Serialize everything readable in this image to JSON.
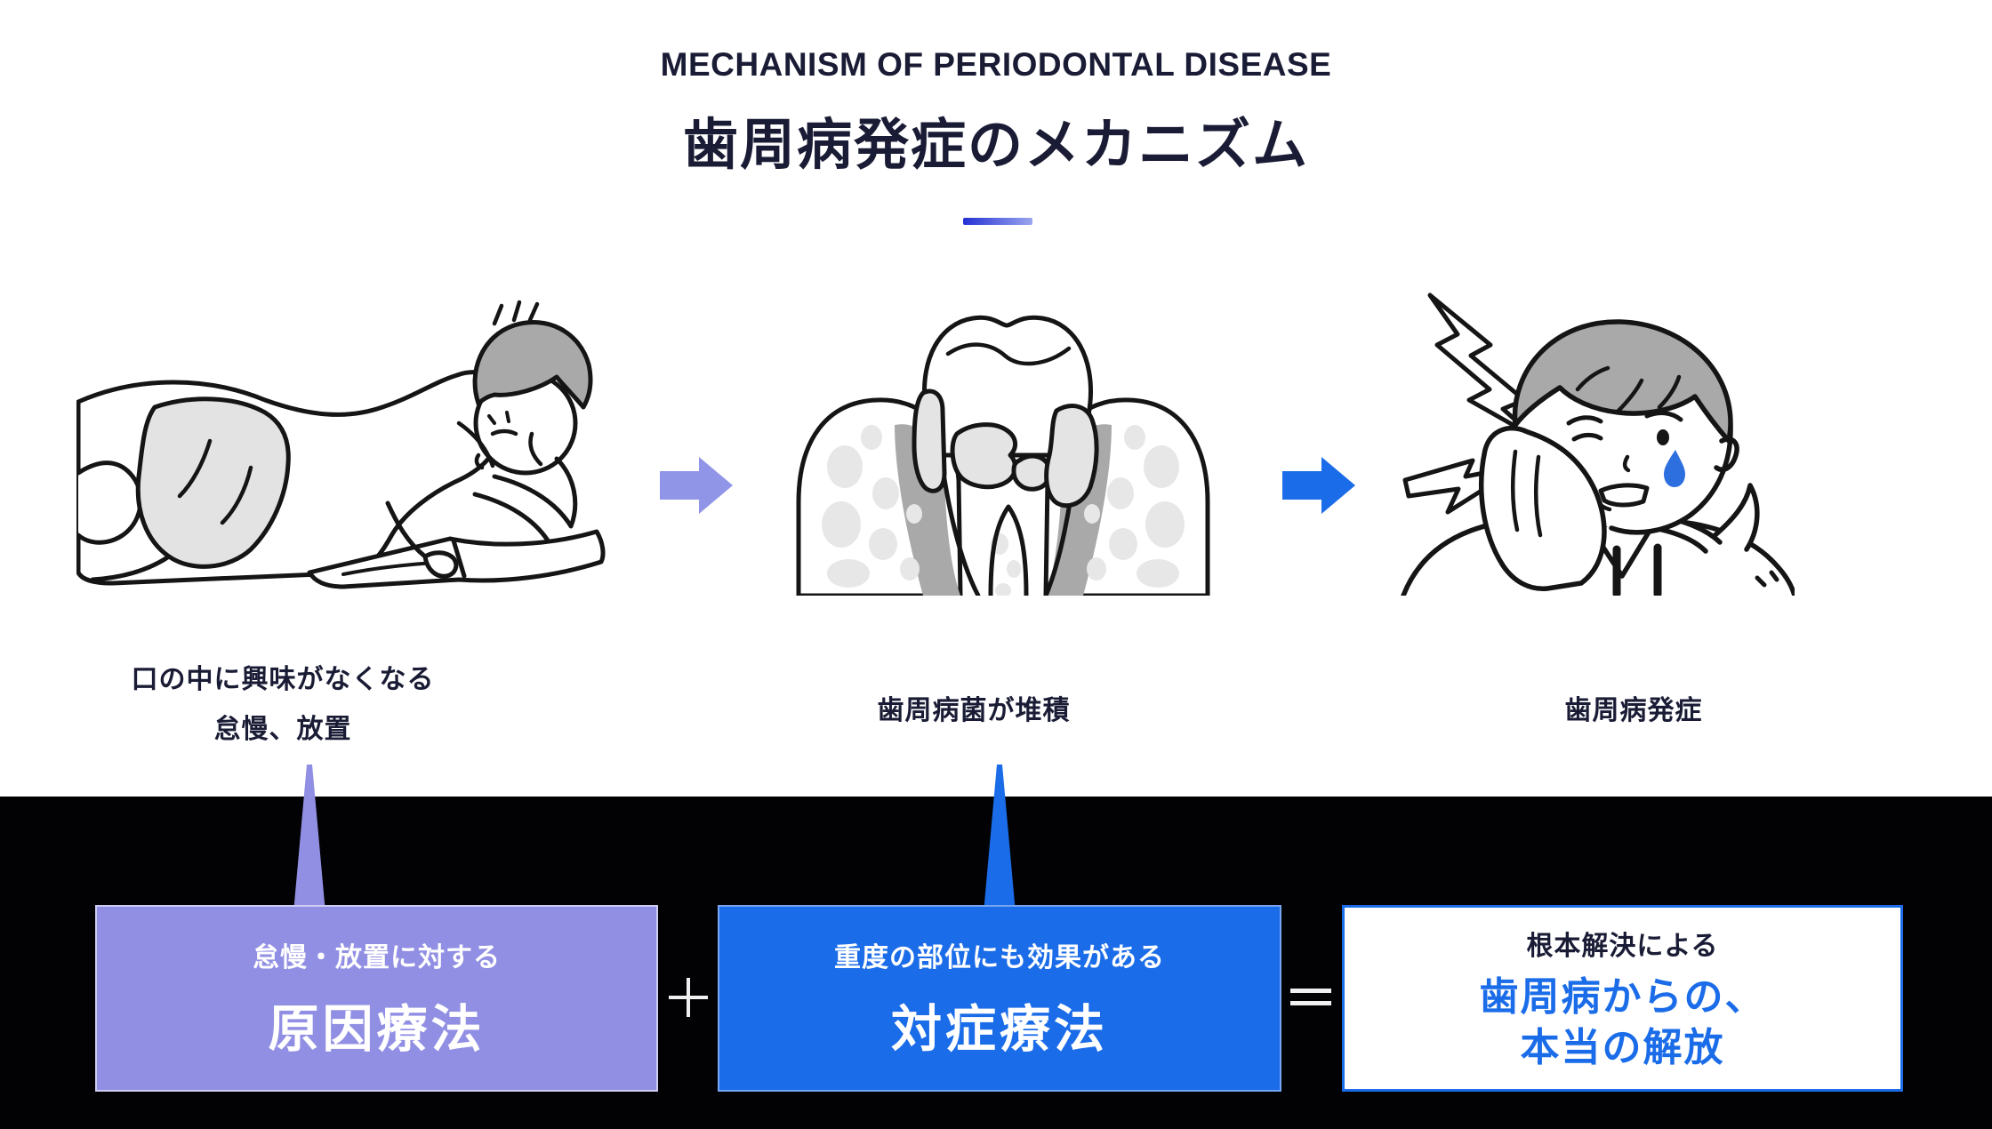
{
  "header": {
    "subtitle_en": "MECHANISM OF PERIODONTAL DISEASE",
    "title_ja": "歯周病発症のメカニズム"
  },
  "stages": [
    {
      "id": "neglect",
      "illustration": "person-lazy-reading",
      "caption_lines": [
        "口の中に興味がなくなる",
        "怠慢、放置"
      ]
    },
    {
      "id": "plaque-buildup",
      "illustration": "tooth-with-plaque",
      "caption_lines": [
        "歯周病菌が堆積"
      ]
    },
    {
      "id": "disease-onset",
      "illustration": "person-toothache",
      "caption_lines": [
        "歯周病発症"
      ]
    }
  ],
  "formula": {
    "box1": {
      "sub": "怠慢・放置に対する",
      "main": "原因療法"
    },
    "plus": "+",
    "box2": {
      "sub": "重度の部位にも効果がある",
      "main": "対症療法"
    },
    "equals": "=",
    "box3": {
      "sub": "根本解決による",
      "main_lines": [
        "歯周病からの、",
        "本当の解放"
      ]
    }
  },
  "colors": {
    "text_navy": "#1a1c35",
    "purple": "#918fe3",
    "blue": "#1b6ce8",
    "band_black": "#020204",
    "tear_blue": "#2e6fe0",
    "divider_gradient_start": "#2430d4",
    "divider_gradient_end": "#9aa6ee"
  }
}
